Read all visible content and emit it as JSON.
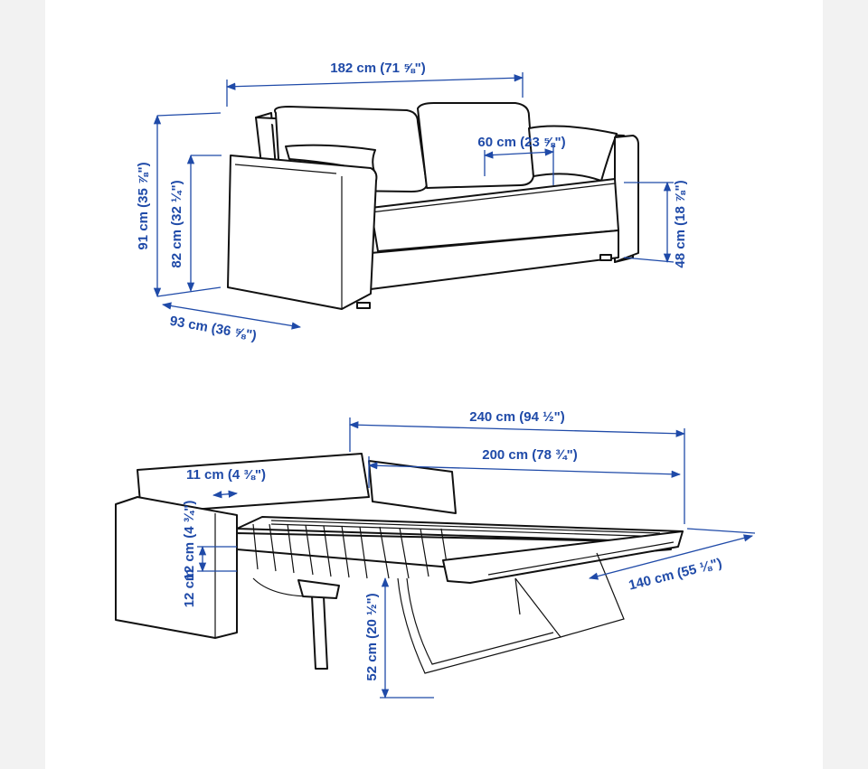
{
  "colors": {
    "dimension": "#1f4aa8",
    "outline": "#111111",
    "background": "#ffffff",
    "side_bars": "#f2f2f2"
  },
  "top_view": {
    "width": "182 cm (71 ⅝\")",
    "seat_depth": "60 cm (23 ⅝\")",
    "height": "91 cm (35 ⅞\")",
    "armrest_height": "82 cm (32 ¼\")",
    "seat_height": "48 cm (18 ⅞\")",
    "depth": "93 cm (36 ⅝\")"
  },
  "bed_view": {
    "total_length": "240 cm (94 ½\")",
    "bed_length": "200 cm (78 ¾\")",
    "armrest_width": "11 cm (4 ⅜\")",
    "mattress_thickness": "12 cm (4 ¾\")",
    "bed_height": "52 cm (20 ½\")",
    "bed_width": "140 cm (55 ⅛\")"
  }
}
